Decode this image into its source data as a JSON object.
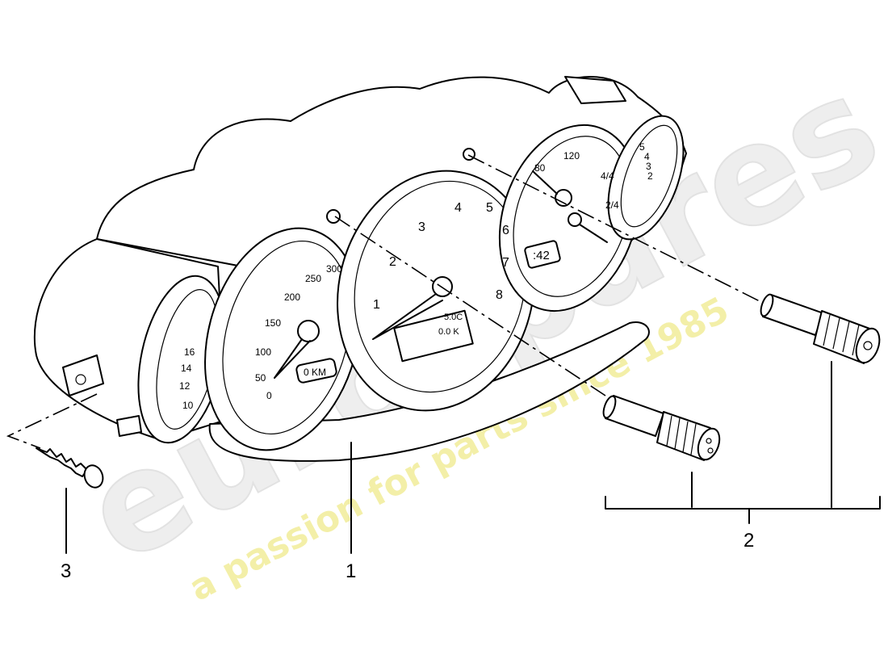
{
  "callouts": {
    "c1": "1",
    "c2": "2",
    "c3": "3"
  },
  "speedo": {
    "ticks": [
      "0",
      "50",
      "100",
      "150",
      "200",
      "250",
      "300"
    ],
    "odo": "0 KM"
  },
  "tacho": {
    "ticks": [
      "1",
      "2",
      "3",
      "4",
      "5",
      "6",
      "7",
      "8"
    ],
    "lcd1": "5.0C",
    "lcd2": "0.0 K"
  },
  "fuelgauge": {
    "ticks": [
      "80",
      "120",
      "4/4",
      "2/4"
    ],
    "clock": ":42"
  },
  "leftgauge": {
    "ticks": [
      "16",
      "14",
      "12",
      "10"
    ]
  },
  "rightgauge": {
    "ticks": [
      "5",
      "4",
      "3",
      "2"
    ]
  },
  "watermark": {
    "brand": "eurospares",
    "slogan": "a passion for parts since 1985"
  },
  "colors": {
    "line": "#000000",
    "watermark_brand": "#eeeeee",
    "watermark_slogan": "#f3efa8"
  }
}
